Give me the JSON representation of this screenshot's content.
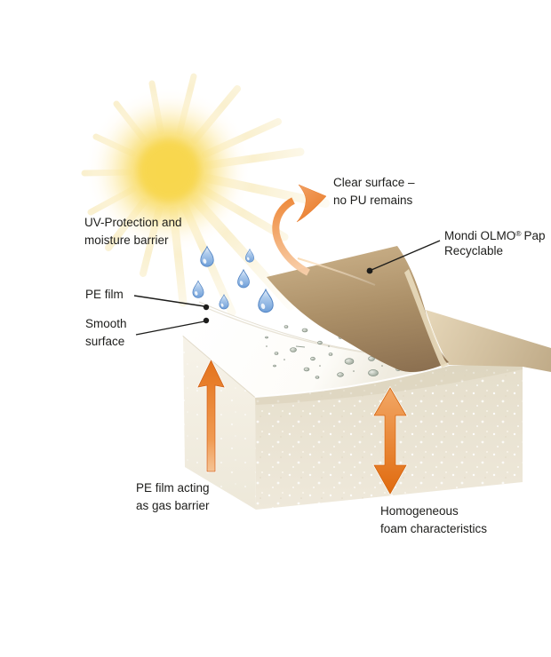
{
  "diagram": {
    "labels": {
      "uv_protection": {
        "line1": "UV-Protection and",
        "line2": "moisture barrier"
      },
      "clear_surface": {
        "line1": "Clear surface –",
        "line2": "no PU remains"
      },
      "mondi_olmo": {
        "brand": "Mondi OLMO",
        "reg": "®",
        "rest": "Pap",
        "line2": "Recyclable"
      },
      "pe_film": {
        "line1": "PE film"
      },
      "smooth_surface": {
        "line1": "Smooth",
        "line2": "surface"
      },
      "pe_film_gas": {
        "line1": "PE film acting",
        "line2": "as gas barrier"
      },
      "homogeneous_foam": {
        "line1": "Homogeneous",
        "line2": "foam characteristics"
      }
    },
    "icons": {
      "sun": "sun-icon",
      "droplet": "water-droplet-icon",
      "peel_arrow": "curved-peel-arrow-icon",
      "gas_arrow": "up-arrow-icon",
      "foam_arrow": "double-headed-arrow-icon"
    },
    "colors": {
      "accent_orange": "#E87722",
      "paper_tan": "#A98C64",
      "paper_flat": "#D9C8A6",
      "foam_cream": "#EAE4D4",
      "droplet_blue": "#7FA8DC",
      "sun_yellow": "#F8D74E",
      "bubble_gray": "#A9B2A6",
      "text": "#1D1D1B",
      "background": "#FFFFFF"
    }
  }
}
